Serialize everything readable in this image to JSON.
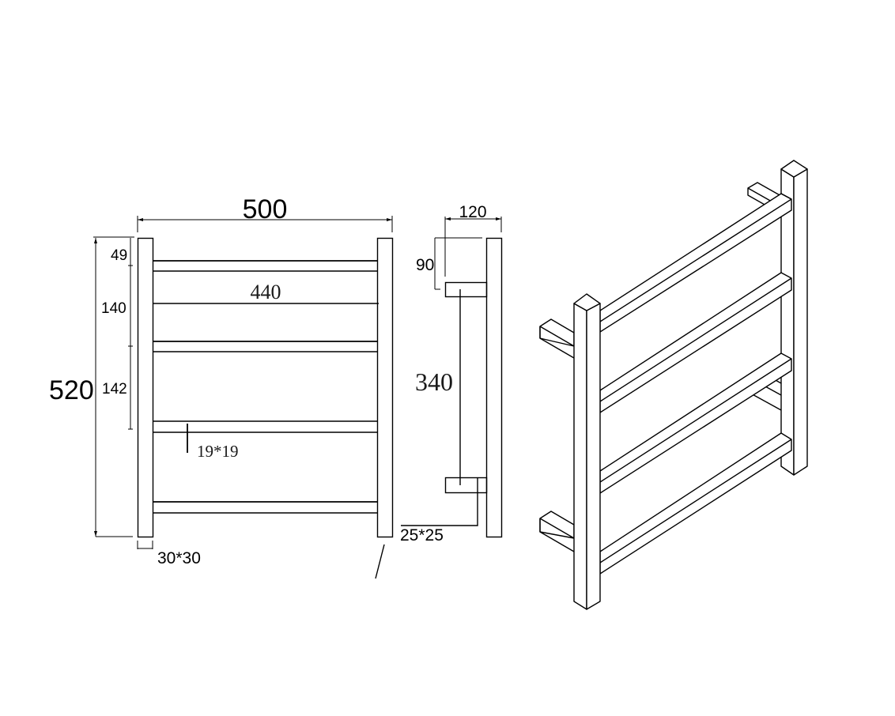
{
  "drawing": {
    "subject": "Heated towel rail - 4 bar",
    "views": [
      "front-view",
      "side-view",
      "isometric-view"
    ]
  },
  "front_view": {
    "overall_width_label": "500",
    "overall_height_label": "520",
    "top_offset_label": "49",
    "rail_spacing_1_label": "140",
    "rail_spacing_2_label": "142",
    "rail_length_label": "440",
    "rail_section_label": "19*19",
    "post_section_label": "30*30",
    "rail_count": 4
  },
  "side_view": {
    "depth_label": "120",
    "bracket_offset_label": "90",
    "bracket_spacing_label": "340",
    "bracket_section_label": "25*25"
  },
  "colors": {
    "line": "#000000",
    "background": "#ffffff"
  }
}
